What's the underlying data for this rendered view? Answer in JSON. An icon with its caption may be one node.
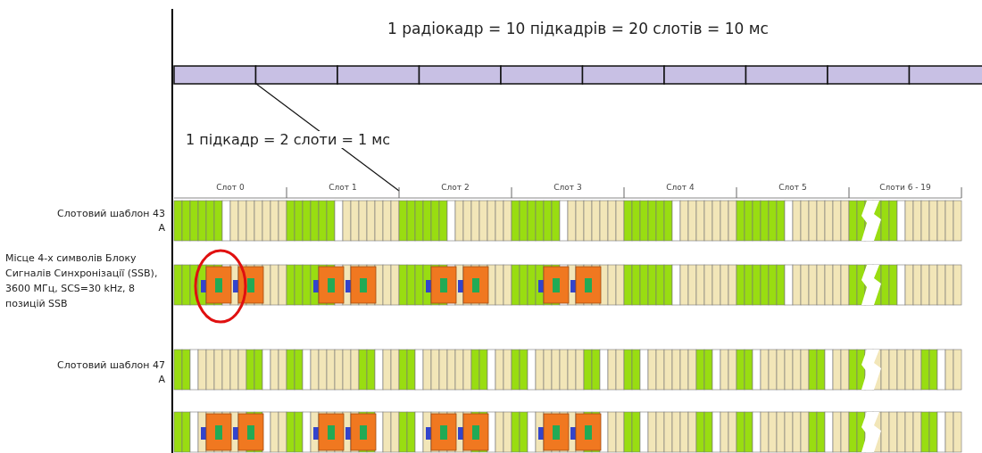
{
  "diagram": {
    "title": "1 радіокадр = 10 підкадрів = 20 слотів = 10 мс",
    "labels": [
      "1 підкадр = 2 слоти = 1 мс",
      "Слот 0",
      "Слот 1",
      "Слот 2",
      "Слот 3",
      "Слот 4",
      "Слот 5",
      "Слоти 6 - 19",
      "Слотовий шаблон 43 A",
      "Місце 4-х символів Блоку Сигналів Синхронізації (SSB), 3600 МГц, SCS=30 kHz, 8 позицій SSB",
      "Слотовий шаблон 47 A"
    ]
  }
}
